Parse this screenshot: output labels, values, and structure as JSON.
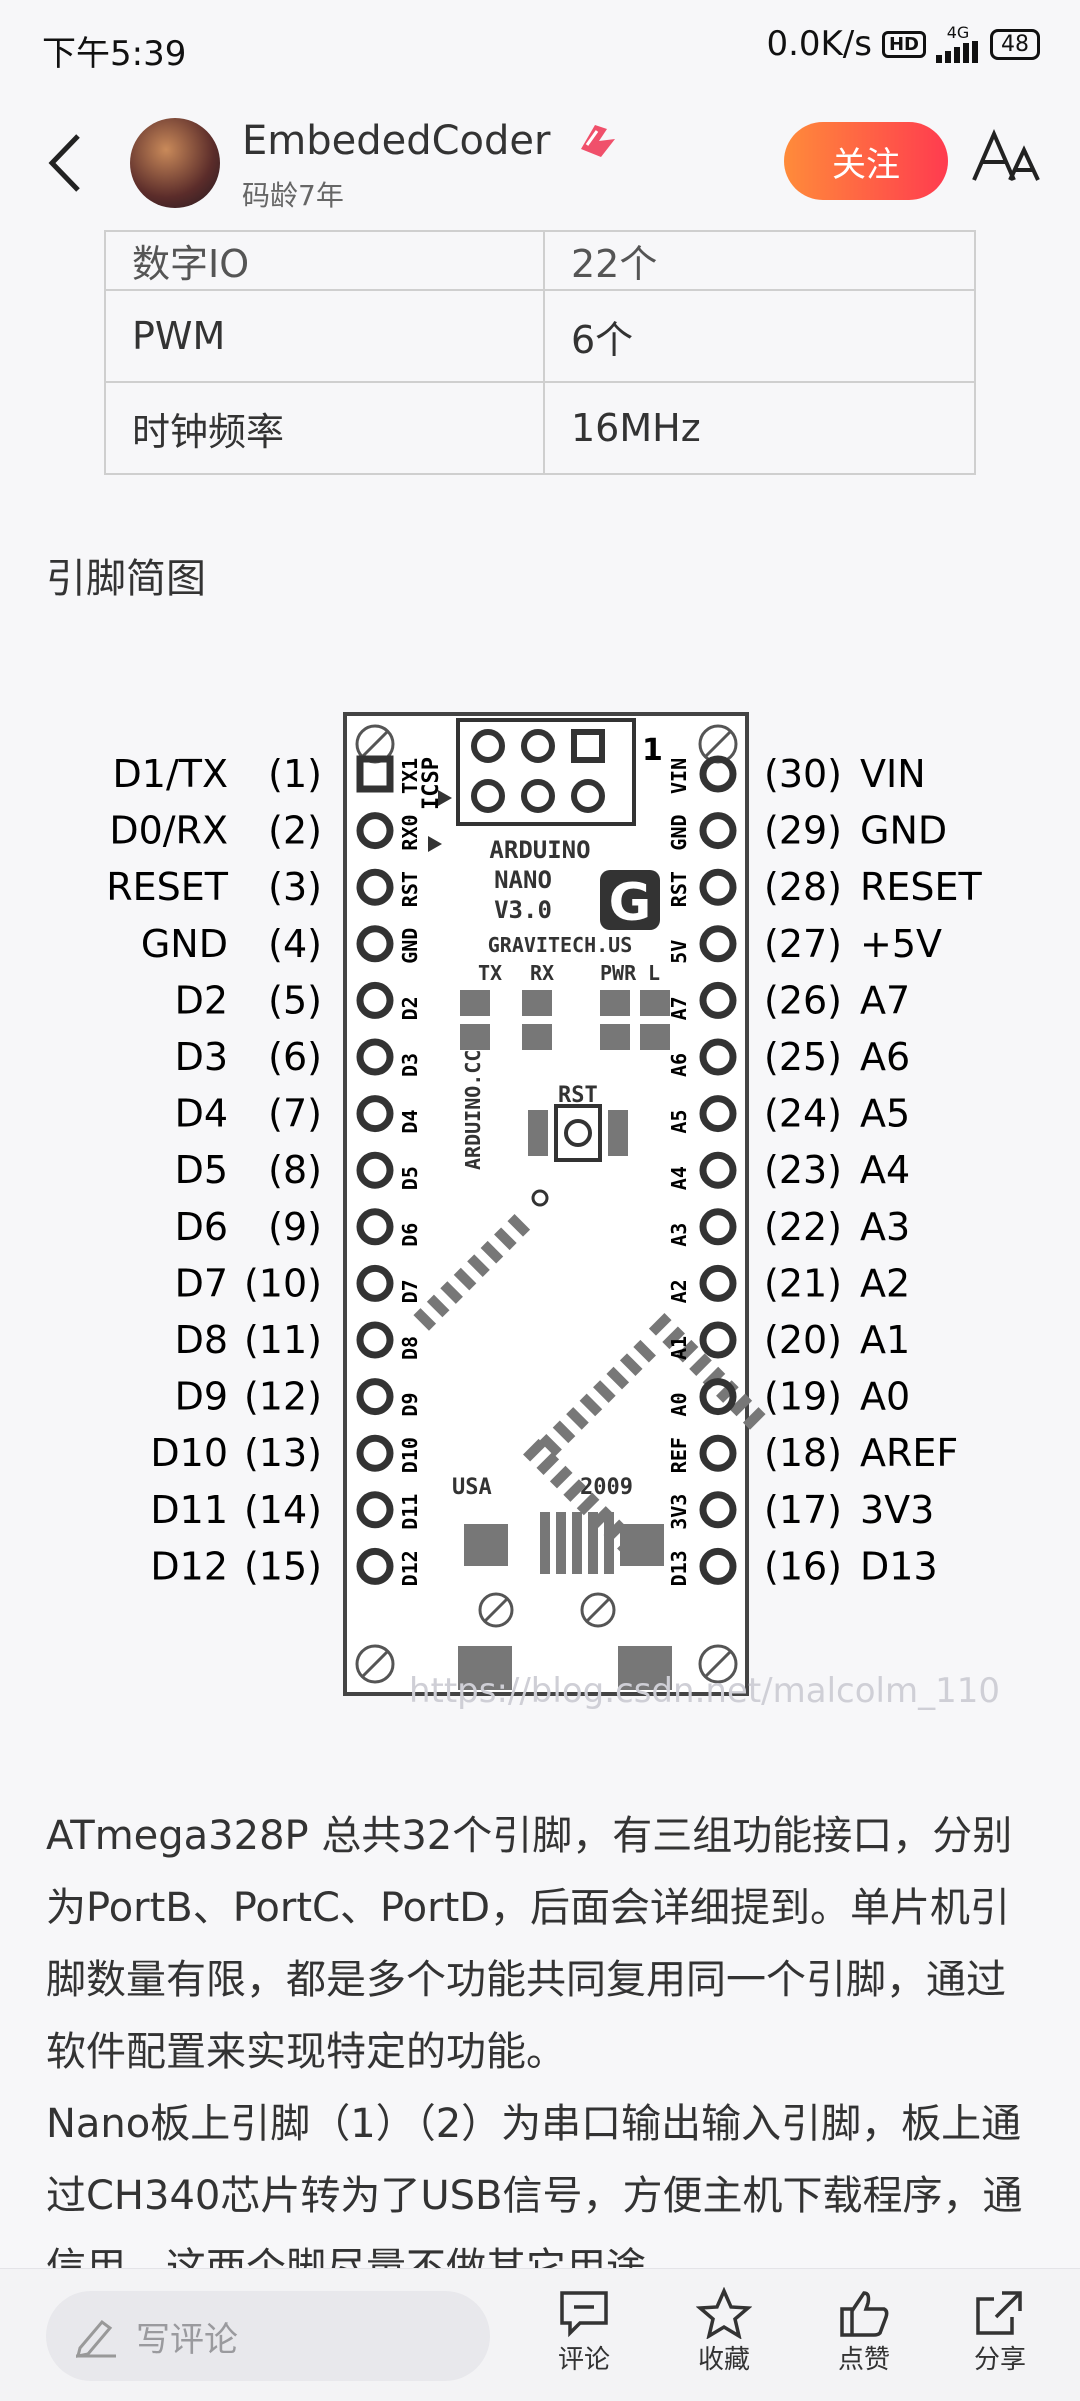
{
  "status": {
    "time": "下午5:39",
    "speed": "0.0K/s",
    "hd": "HD",
    "network": "4G",
    "battery": "48"
  },
  "header": {
    "author": "EmbededCoder",
    "years": "码龄7年",
    "follow": "关注",
    "font_icon": "AA"
  },
  "table": {
    "rows": [
      {
        "k": "数字IO",
        "v": "22个"
      },
      {
        "k": "PWM",
        "v": "6个"
      },
      {
        "k": "时钟频率",
        "v": "16MHz"
      }
    ]
  },
  "section_title": "引脚简图",
  "diagram": {
    "left_pins": [
      {
        "label": "D1/TX",
        "num": "(1)"
      },
      {
        "label": "D0/RX",
        "num": "(2)"
      },
      {
        "label": "RESET",
        "num": "(3)"
      },
      {
        "label": "GND",
        "num": "(4)"
      },
      {
        "label": "D2",
        "num": "(5)"
      },
      {
        "label": "D3",
        "num": "(6)"
      },
      {
        "label": "D4",
        "num": "(7)"
      },
      {
        "label": "D5",
        "num": "(8)"
      },
      {
        "label": "D6",
        "num": "(9)"
      },
      {
        "label": "D7",
        "num": "(10)"
      },
      {
        "label": "D8",
        "num": "(11)"
      },
      {
        "label": "D9",
        "num": "(12)"
      },
      {
        "label": "D10",
        "num": "(13)"
      },
      {
        "label": "D11",
        "num": "(14)"
      },
      {
        "label": "D12",
        "num": "(15)"
      }
    ],
    "right_pins": [
      {
        "num": "(30)",
        "label": "VIN"
      },
      {
        "num": "(29)",
        "label": "GND"
      },
      {
        "num": "(28)",
        "label": "RESET"
      },
      {
        "num": "(27)",
        "label": "+5V"
      },
      {
        "num": "(26)",
        "label": "A7"
      },
      {
        "num": "(25)",
        "label": "A6"
      },
      {
        "num": "(24)",
        "label": "A5"
      },
      {
        "num": "(23)",
        "label": "A4"
      },
      {
        "num": "(22)",
        "label": "A3"
      },
      {
        "num": "(21)",
        "label": "A2"
      },
      {
        "num": "(20)",
        "label": "A1"
      },
      {
        "num": "(19)",
        "label": "A0"
      },
      {
        "num": "(18)",
        "label": "AREF"
      },
      {
        "num": "(17)",
        "label": "3V3"
      },
      {
        "num": "(16)",
        "label": "D13"
      }
    ],
    "board_left_silk": [
      "TX1",
      "RX0",
      "RST",
      "GND",
      "D2",
      "D3",
      "D4",
      "D5",
      "D6",
      "D7",
      "D8",
      "D9",
      "D10",
      "D11",
      "D12"
    ],
    "board_right_silk": [
      "VIN",
      "GND",
      "RST",
      "5V",
      "A7",
      "A6",
      "A5",
      "A4",
      "A3",
      "A2",
      "A1",
      "A0",
      "REF",
      "3V3",
      "D13"
    ],
    "board_text": {
      "icsp": "ICSP",
      "one": "1",
      "arduino": "ARDUINO",
      "nano": "NANO",
      "ver": "V3.0",
      "logo": "G",
      "site": "GRAVITECH.US",
      "tx": "TX",
      "rx": "RX",
      "pwr": "PWR",
      "l": "L",
      "cc": "ARDUINO.CC",
      "rst": "RST",
      "usa": "USA",
      "year": "2009"
    },
    "watermark": "https://blog.csdn.net/malcolm_110"
  },
  "paragraph": {
    "p1": "ATmega328P 总共32个引脚，有三组功能接口，分别为PortB、PortC、PortD，后面会详细提到。单片机引脚数量有限，都是多个功能共同复用同一个引脚，通过软件配置来实现特定的功能。",
    "p2": "Nano板上引脚（1）（2）为串口输出输入引脚，板上通过CH340芯片转为了USB信号，方便主机下载程序，通信用，这两个脚尽量不做其它用途。"
  },
  "bottom": {
    "comment_placeholder": "写评论",
    "comment": "评论",
    "favorite": "收藏",
    "like": "点赞",
    "share": "分享"
  }
}
